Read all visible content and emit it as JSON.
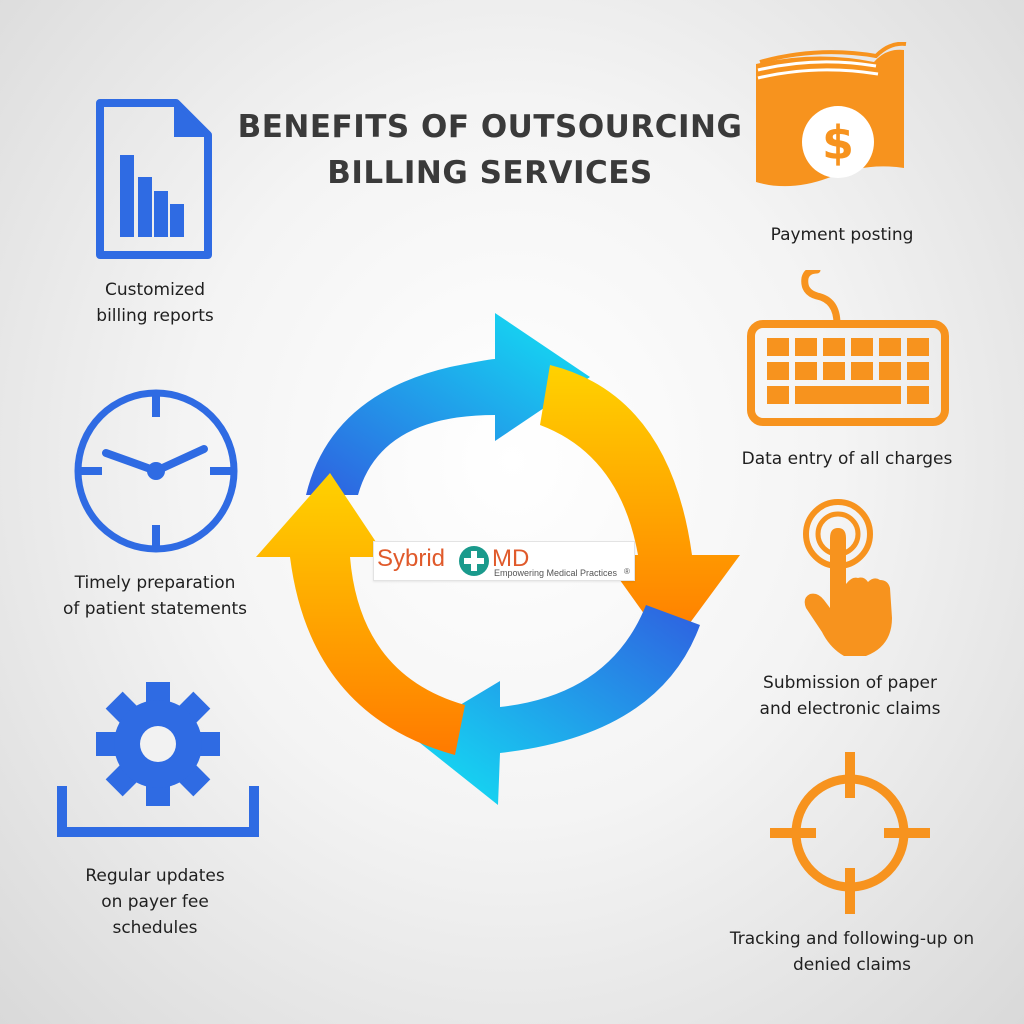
{
  "title": {
    "line1": "BENEFITS OF OUTSOURCING",
    "line2": "BILLING SERVICES"
  },
  "colors": {
    "blue": "#2f6be3",
    "orange": "#f7931e",
    "cyan": "#12d8f0",
    "yellow": "#ffd200",
    "text": "#3a3a3a"
  },
  "benefits": {
    "reports": {
      "line1": "Customized",
      "line2": "billing reports",
      "icon": "billing-report-icon"
    },
    "statements": {
      "line1": "Timely preparation",
      "line2": "of patient statements",
      "icon": "clock-icon"
    },
    "updates": {
      "line1": "Regular updates",
      "line2": "on payer fee",
      "line3": "schedules",
      "icon": "gear-tray-icon"
    },
    "payment": {
      "line1": "Payment posting",
      "icon": "dollar-bill-icon"
    },
    "data_entry": {
      "line1": "Data entry of all charges",
      "icon": "keyboard-icon"
    },
    "submission": {
      "line1": "Submission of paper",
      "line2": "and electronic claims",
      "icon": "touch-hand-icon"
    },
    "tracking": {
      "line1": "Tracking and following-up on",
      "line2": "denied claims",
      "icon": "crosshair-icon"
    }
  },
  "logo": {
    "brand_part1": "Sybrid",
    "brand_part2": "MD",
    "tagline": "Empowering Medical Practices",
    "registered": "®"
  }
}
